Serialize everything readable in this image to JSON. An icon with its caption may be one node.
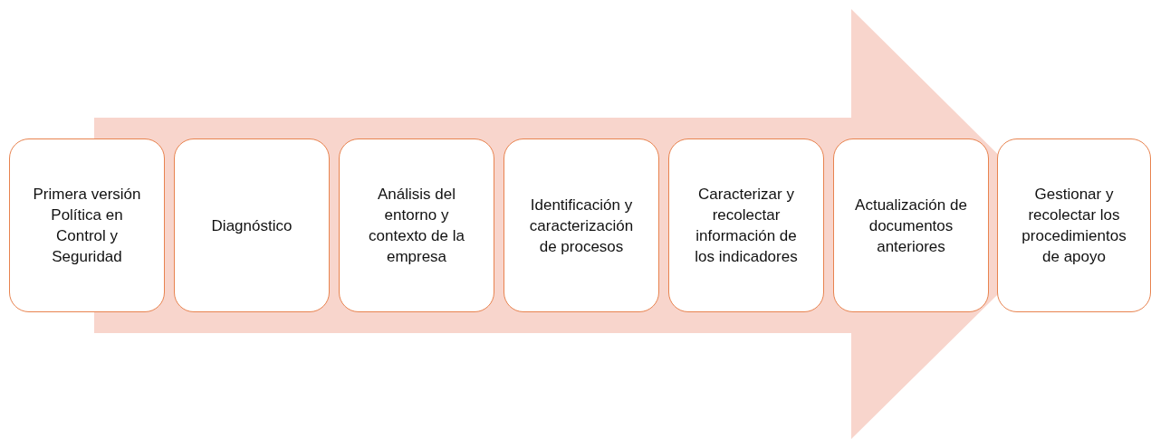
{
  "diagram": {
    "nodes": [
      {
        "text": [
          "Primera versión Política en Control y Seguridad"
        ]
      },
      {
        "text": [
          "Diagnóstico"
        ]
      },
      {
        "text": [
          "Análisis del entorno y contexto de la empresa"
        ]
      },
      {
        "text": [
          "Identificación y caracterización de procesos"
        ]
      },
      {
        "text": [
          "Caracterizar y recolectar información de los indicadores"
        ]
      },
      {
        "text": [
          "Actualización de documentos anteriores"
        ]
      },
      {
        "text": [
          "Gestionar y recolectar los procedimientos de apoyo"
        ]
      }
    ],
    "edges": [
      {
        "from": 0,
        "to": 6,
        "arrow": "to"
      }
    ]
  }
}
